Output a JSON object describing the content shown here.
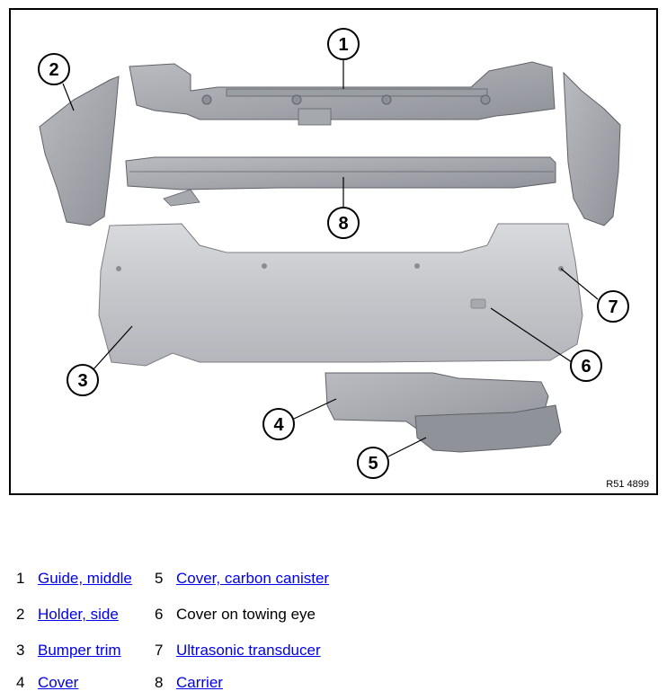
{
  "figure": {
    "ref_code": "R51 4899",
    "callouts": [
      "1",
      "2",
      "3",
      "4",
      "5",
      "6",
      "7",
      "8"
    ]
  },
  "legend": {
    "items": [
      {
        "num": "1",
        "label": "Guide, middle",
        "link": true
      },
      {
        "num": "2",
        "label": "Holder, side",
        "link": true
      },
      {
        "num": "3",
        "label": "Bumper trim",
        "link": true
      },
      {
        "num": "4",
        "label": "Cover",
        "link": true
      },
      {
        "num": "5",
        "label": "Cover, carbon canister",
        "link": true
      },
      {
        "num": "6",
        "label": "Cover on towing eye",
        "link": false
      },
      {
        "num": "7",
        "label": "Ultrasonic transducer",
        "link": true
      },
      {
        "num": "8",
        "label": "Carrier",
        "link": true
      }
    ]
  },
  "colors": {
    "link": "#0000ee",
    "part_fill": "#c9cbcf",
    "part_stroke": "#6e7076"
  }
}
